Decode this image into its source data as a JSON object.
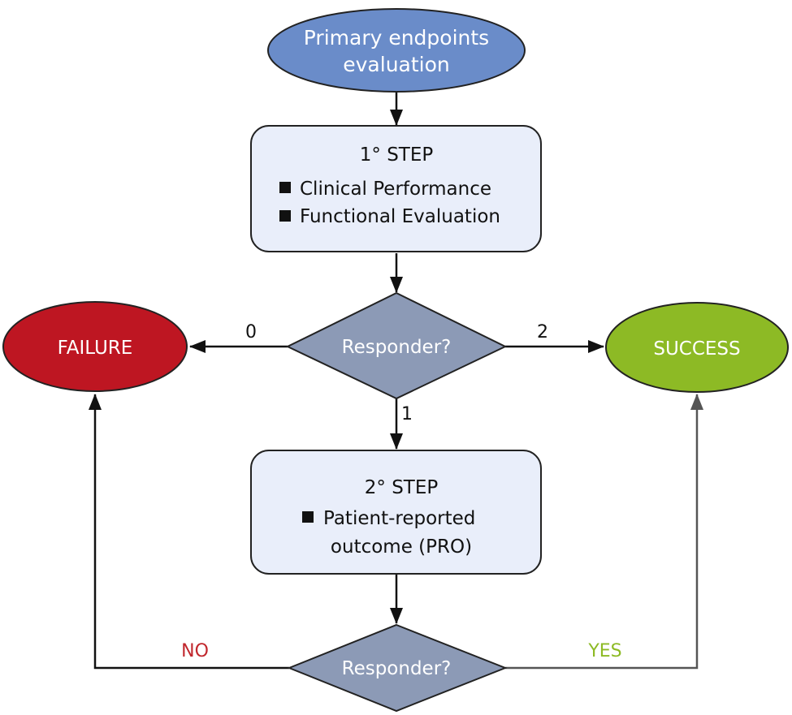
{
  "start": {
    "line1": "Primary endpoints",
    "line2": "evaluation"
  },
  "step1": {
    "title": "1° STEP",
    "items": [
      "Clinical Performance",
      "Functional Evaluation"
    ]
  },
  "decision1": {
    "label": "Responder?"
  },
  "failure": {
    "label": "FAILURE"
  },
  "success": {
    "label": "SUCCESS"
  },
  "edges": {
    "zero": "0",
    "one": "1",
    "two": "2",
    "no": "NO",
    "yes": "YES"
  },
  "step2": {
    "title": "2° STEP",
    "item_line1": "Patient-reported",
    "item_line2": "outcome (PRO)"
  },
  "decision2": {
    "label": "Responder?"
  },
  "colors": {
    "start_fill": "#6a8cc9",
    "step_fill": "#e9eefa",
    "decision_fill": "#8c9ab6",
    "failure_fill": "#be1622",
    "success_fill": "#8dba25",
    "no_text": "#c1272d",
    "yes_text": "#8dba25",
    "success_arrow": "#555555"
  }
}
